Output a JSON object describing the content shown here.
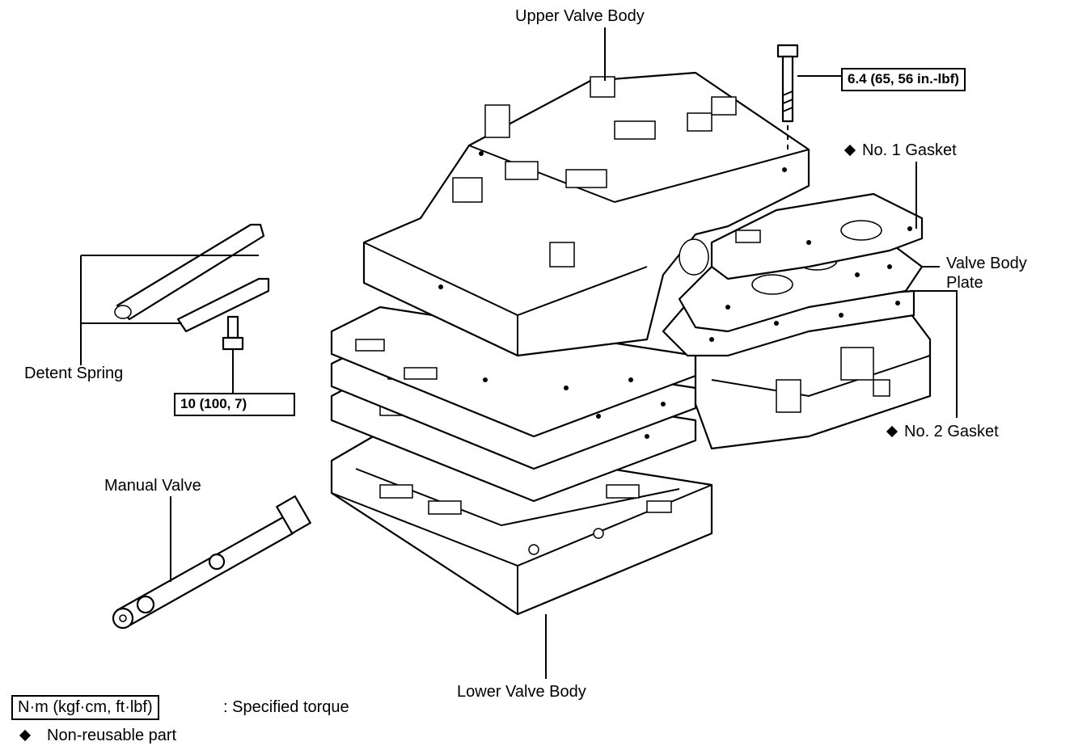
{
  "labels": {
    "upper_valve_body": "Upper Valve Body",
    "no1_gasket": "No. 1 Gasket",
    "valve_body_plate_line1": "Valve Body",
    "valve_body_plate_line2": "Plate",
    "no2_gasket": "No. 2 Gasket",
    "detent_spring": "Detent Spring",
    "manual_valve": "Manual Valve",
    "lower_valve_body": "Lower Valve Body"
  },
  "torque_specs": {
    "upper_bolt": "6.4 (65, 56 in.-lbf)",
    "detent_bolt": "10 (100, 7)"
  },
  "legend": {
    "torque_unit_box": "N·m (kgf·cm, ft·lbf)",
    "torque_unit_desc": ":  Specified torque",
    "non_reusable_desc": "Non-reusable part"
  }
}
